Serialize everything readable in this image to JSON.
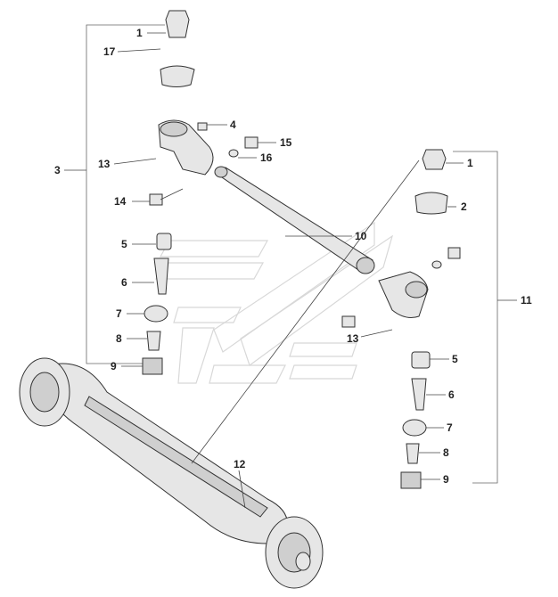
{
  "diagram": {
    "labels": {
      "l1a": "1",
      "l17": "17",
      "l4": "4",
      "l15": "15",
      "l16": "16",
      "l13a": "13",
      "l3": "3",
      "l14": "14",
      "l10": "10",
      "l5a": "5",
      "l6a": "6",
      "l7a": "7",
      "l8a": "8",
      "l9a": "9",
      "l1b": "1",
      "l2": "2",
      "l11": "11",
      "l13b": "13",
      "l5b": "5",
      "l6b": "6",
      "l7b": "7",
      "l8b": "8",
      "l9b": "9",
      "l12": "12"
    }
  }
}
